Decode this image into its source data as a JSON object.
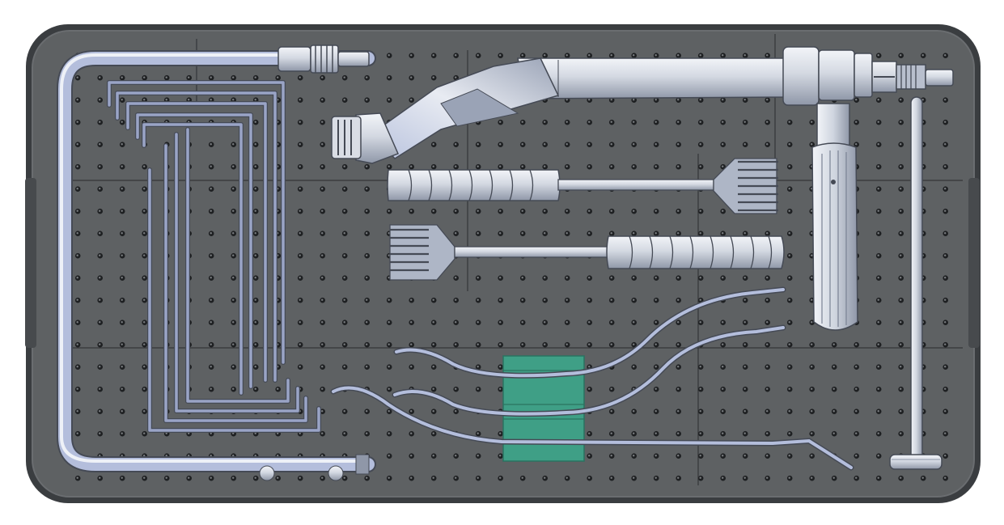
{
  "colors": {
    "page_background": "#ffffff",
    "tray_rim": "#3a3d40",
    "tray_base": "#5e6163",
    "tray_inner_edge": "#6a6d70",
    "perforation_hole": "#1e2022",
    "tray_divider": "#2a2c2e",
    "instrument_metal_light": "#e6e9ee",
    "instrument_metal_mid": "#c6ccd6",
    "instrument_metal_dark": "#8c94a4",
    "instrument_outline": "#454a55",
    "cannula_blue": "#b4bedc",
    "guide_pin_fill": "#9aa4c6",
    "bracket_block": "#3f9f86",
    "bracket_block_edge": "#2a7361"
  },
  "instruments": [
    {
      "name": "u-shaped-tube-rod",
      "kind": "rod"
    },
    {
      "name": "threaded-connector",
      "kind": "fitting"
    },
    {
      "name": "l-shaped-guide-pin",
      "kind": "wire",
      "count": 6
    },
    {
      "name": "straight-guide-wire",
      "kind": "wire",
      "count": 3
    },
    {
      "name": "angled-cannula-handle",
      "kind": "handle"
    },
    {
      "name": "t-handle-grip",
      "kind": "handle"
    },
    {
      "name": "ribbed-handle-rasp",
      "kind": "rasp",
      "count": 2
    },
    {
      "name": "curved-probe",
      "kind": "probe",
      "count": 3
    },
    {
      "name": "tamp-plunger",
      "kind": "plunger"
    },
    {
      "name": "instrument-bracket",
      "kind": "holder"
    }
  ]
}
